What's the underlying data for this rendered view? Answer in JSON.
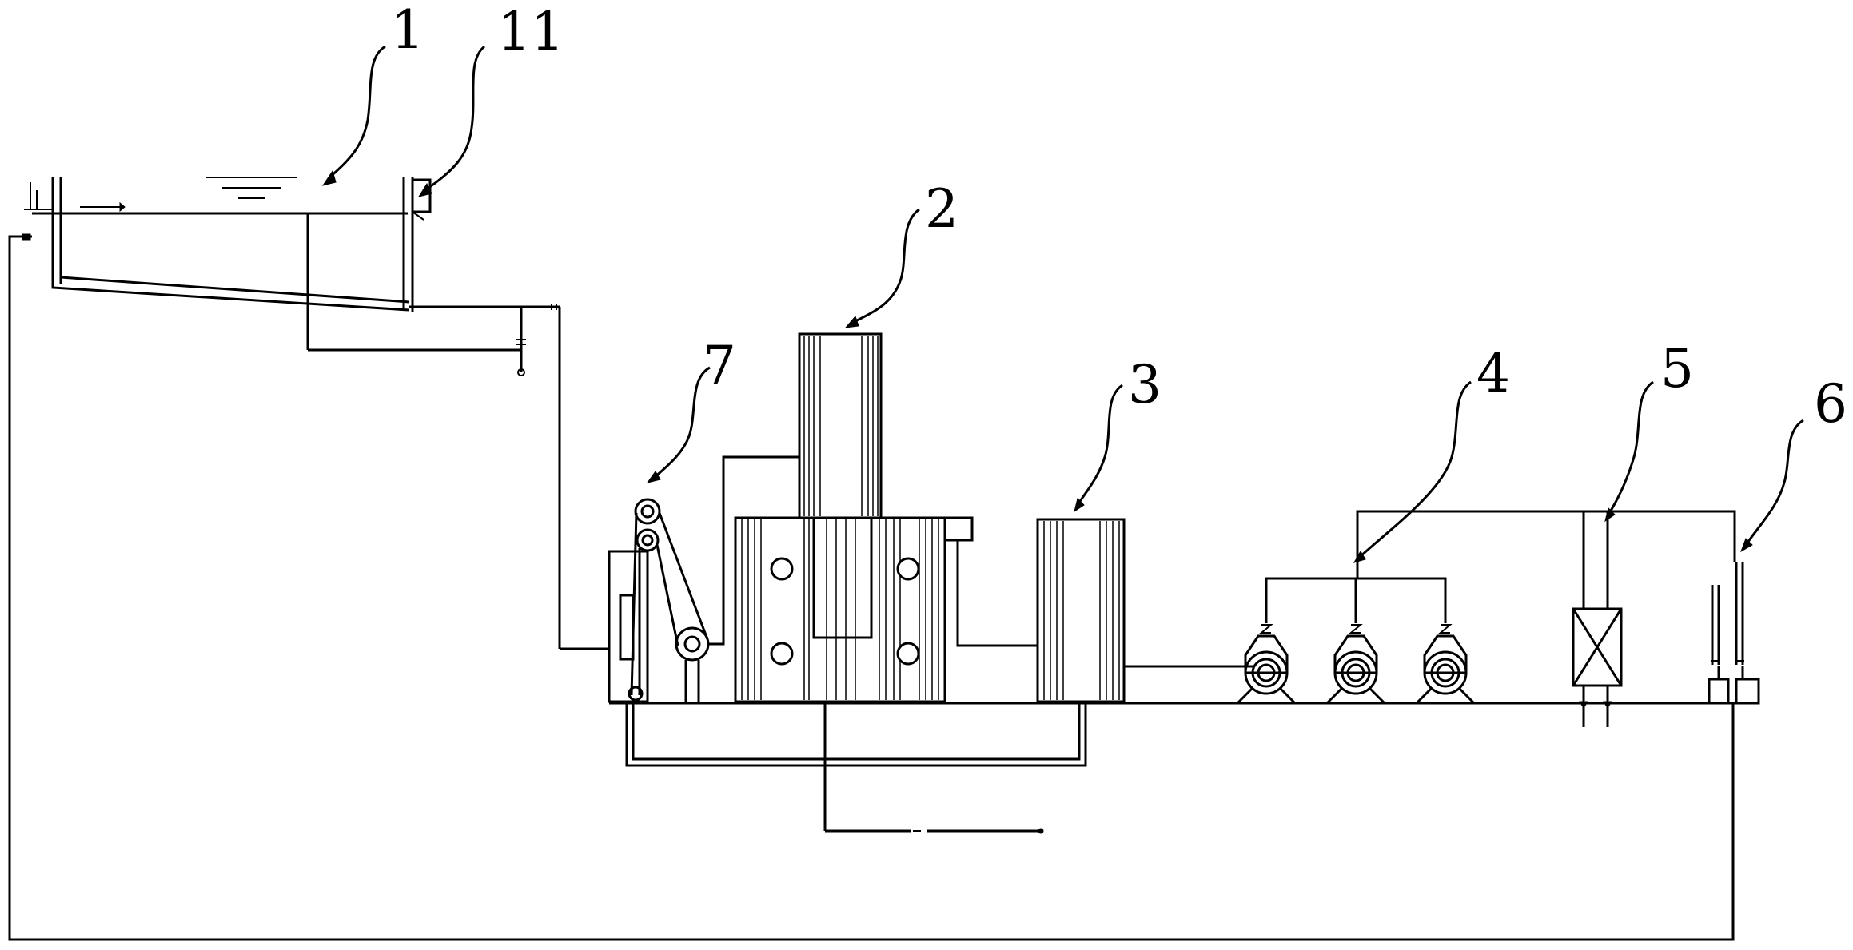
{
  "labels": {
    "tank": "1",
    "overflow_weir": "11",
    "tower": "2",
    "column": "3",
    "pumps": "4",
    "filter": "5",
    "outlet_pipe": "6",
    "belt_press": "7"
  }
}
